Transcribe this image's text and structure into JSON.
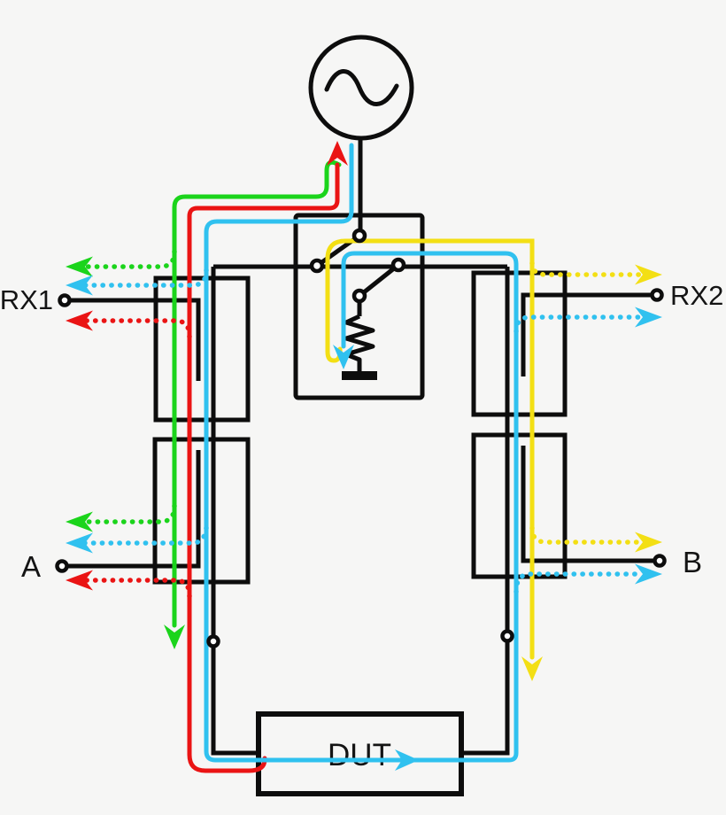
{
  "diagram": {
    "kind": "network-analyzer-signal-flow-schematic",
    "labels": {
      "rx1": "RX1",
      "rx2": "RX2",
      "port_a": "A",
      "port_b": "B",
      "dut": "DUT"
    },
    "colors": {
      "background": "#f6f6f5",
      "line": "#0d0d0d",
      "red": "#ea1414",
      "green": "#1bd41b",
      "cyan": "#30c1ef",
      "yellow": "#f3df14"
    }
  }
}
